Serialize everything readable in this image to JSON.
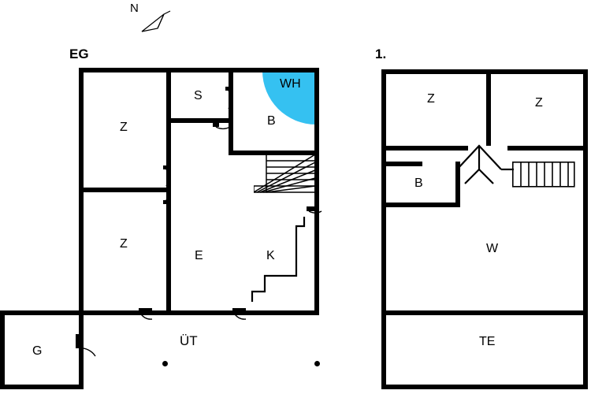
{
  "diagram": {
    "title_floor_ground": "EG",
    "title_floor_first": "1.",
    "compass_label": "N",
    "ground_floor_rooms": [
      {
        "label": "Z",
        "name": "room-z-upper-left"
      },
      {
        "label": "Z",
        "name": "room-z-lower-left"
      },
      {
        "label": "S",
        "name": "room-s"
      },
      {
        "label": "B",
        "name": "room-b-ground"
      },
      {
        "label": "WH",
        "name": "room-wh"
      },
      {
        "label": "E",
        "name": "room-e"
      },
      {
        "label": "K",
        "name": "room-k"
      },
      {
        "label": "ÜT",
        "name": "room-ut"
      },
      {
        "label": "G",
        "name": "room-g"
      }
    ],
    "first_floor_rooms": [
      {
        "label": "Z",
        "name": "room-z-upper-left-first"
      },
      {
        "label": "Z",
        "name": "room-z-upper-right-first"
      },
      {
        "label": "B",
        "name": "room-b-first"
      },
      {
        "label": "W",
        "name": "room-w"
      },
      {
        "label": "TE",
        "name": "room-te"
      }
    ],
    "colors": {
      "wall": "#000000",
      "pool": "#35c1f1",
      "background": "#ffffff"
    }
  }
}
